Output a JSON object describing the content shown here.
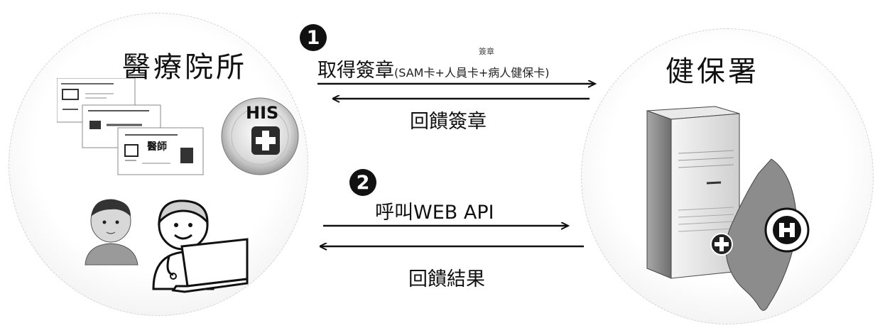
{
  "left_node": {
    "title": "醫療院所",
    "his_label": "HIS"
  },
  "right_node": {
    "title": "健保署"
  },
  "steps": [
    {
      "number": "1",
      "request_main": "取得簽章",
      "request_detail": "(SAM卡+人員卡+病人健保卡)",
      "request_note": "簽章",
      "response": "回饋簽章"
    },
    {
      "number": "2",
      "request_main": "呼叫WEB API",
      "response": "回饋結果"
    }
  ],
  "card_doctor_label": "醫師",
  "colors": {
    "arrow": "#111111",
    "badge": "#111111",
    "cross": "#222222"
  }
}
